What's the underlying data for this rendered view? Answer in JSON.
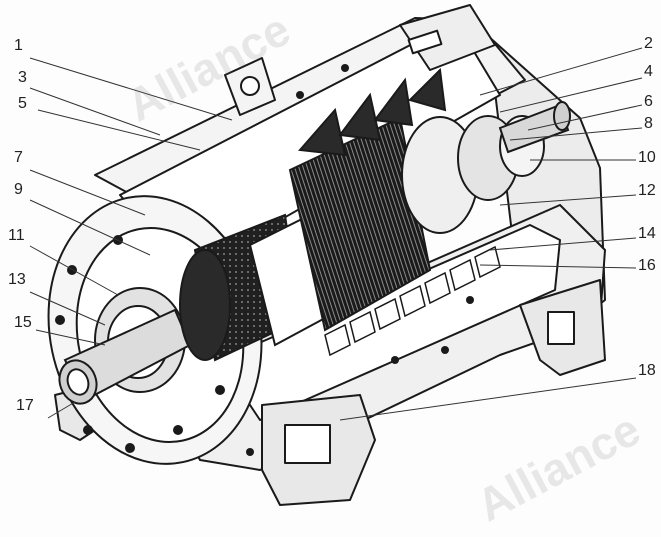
{
  "watermark": {
    "text": "Alliance"
  },
  "labels": {
    "l1": "1",
    "l2": "2",
    "l3": "3",
    "l4": "4",
    "l5": "5",
    "l6": "6",
    "l7": "7",
    "l8": "8",
    "l9": "9",
    "l10": "10",
    "l11": "11",
    "l12": "12",
    "l13": "13",
    "l14": "14",
    "l15": "15",
    "l16": "16",
    "l17": "17",
    "l18": "18"
  },
  "colors": {
    "ink": "#1a1a1a",
    "paper": "#ffffff",
    "shade": "#cfcfcf"
  }
}
